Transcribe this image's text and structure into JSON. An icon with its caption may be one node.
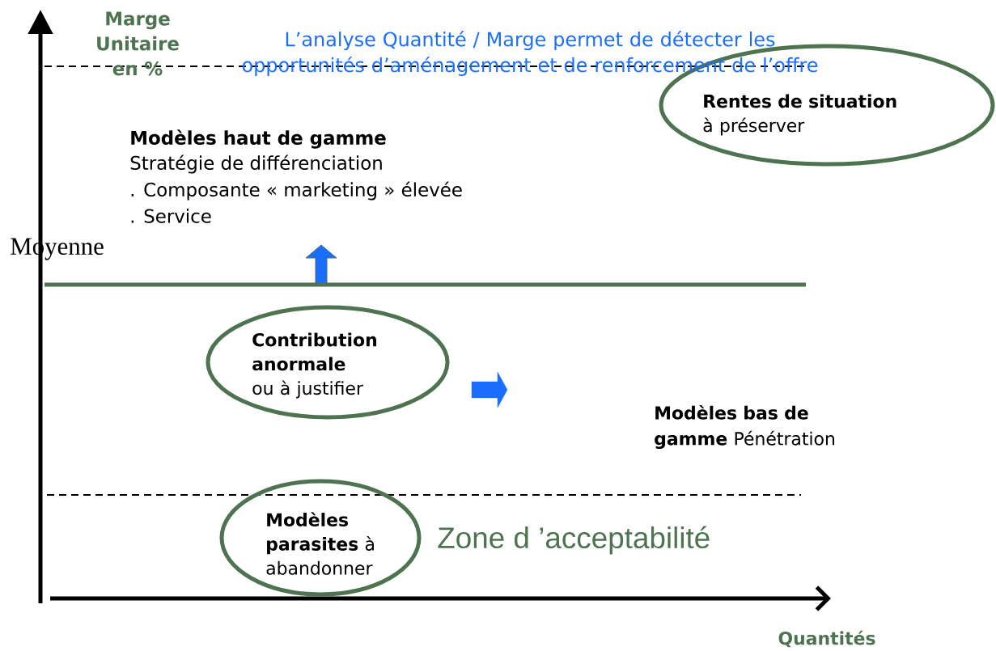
{
  "diagram": {
    "nodes": [
      {
        "text": [
          "Rentes de situation",
          "à préserver"
        ]
      },
      {
        "text": [
          "Contribution anormale",
          "ou à justifier"
        ]
      },
      {
        "text": [
          "**Modèles parasites** à abandonner"
        ]
      }
    ],
    "labels": [
      "Marge Unitaire en %",
      "L’analyse Quantité / Marge permet de détecter les opportunités d’aménagement et de renforcement de l’offre",
      "Modèles haut de gamme",
      "Stratégie de différenciation",
      ". Composante « marketing » élevée",
      ". Service",
      "Moyenne",
      "**Modèles bas de gamme** Pénétration",
      "Zone d ’acceptabilité",
      "Quantités"
    ]
  }
}
